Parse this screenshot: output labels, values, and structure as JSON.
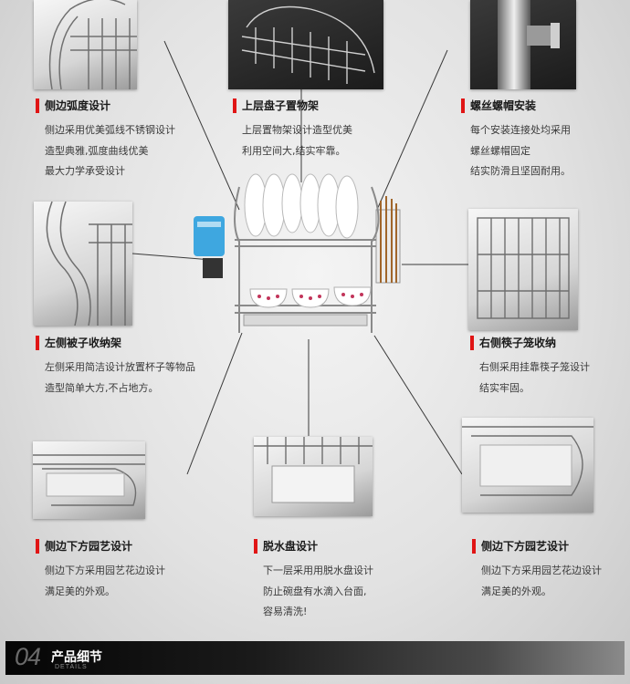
{
  "features": {
    "side_curve": {
      "title": "侧边弧度设计",
      "lines": [
        "侧边采用优美弧线不锈钢设计",
        "造型典雅,弧度曲线优美",
        "最大力学承受设计"
      ]
    },
    "upper_plate": {
      "title": "上层盘子置物架",
      "lines": [
        "上层置物架设计造型优美",
        "利用空间大,结实牢靠。"
      ]
    },
    "screw_cap": {
      "title": "螺丝螺帽安装",
      "lines": [
        "每个安装连接处均采用",
        "螺丝螺帽固定",
        "结实防滑且坚固耐用。"
      ]
    },
    "cup_holder": {
      "title": "左侧被子收纳架",
      "lines": [
        "左侧采用简洁设计放置杯子等物品",
        "造型简单大方,不占地方。"
      ]
    },
    "chopstick_cage": {
      "title": "右侧筷子笼收纳",
      "lines": [
        "右侧采用挂靠筷子笼设计",
        "结实牢固。"
      ]
    },
    "garden_left": {
      "title": "侧边下方园艺设计",
      "lines": [
        "侧边下方采用园艺花边设计",
        "满足美的外观。"
      ]
    },
    "drain_tray": {
      "title": "脱水盘设计",
      "lines": [
        "下一层采用用脱水盘设计",
        "防止碗盘有水滴入台面,",
        "容易清洗!"
      ]
    },
    "garden_right": {
      "title": "侧边下方园艺设计",
      "lines": [
        "侧边下方采用园艺花边设计",
        "满足美的外观。"
      ]
    }
  },
  "footer": {
    "number": "04",
    "title": "产品细节",
    "subtitle": "DETAILS"
  },
  "colors": {
    "accent": "#e01515",
    "line": "#333333"
  }
}
